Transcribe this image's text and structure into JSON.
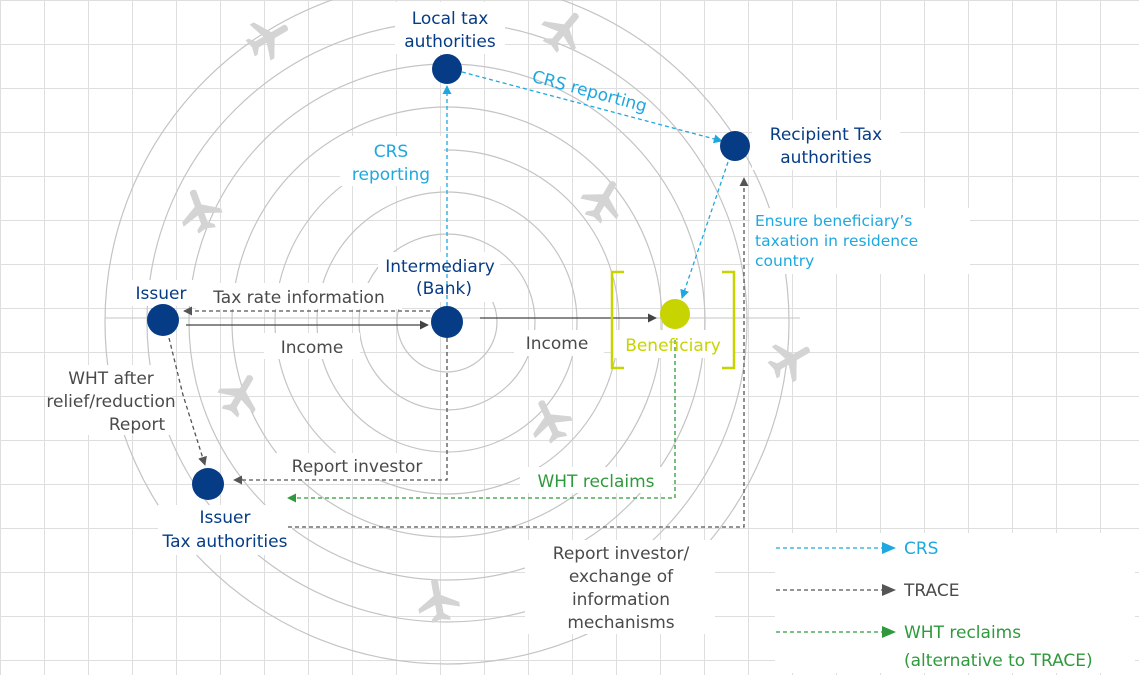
{
  "colors": {
    "navy": "#063c86",
    "crs": "#1ea8e0",
    "trace": "#555555",
    "wht": "#2f9a3c",
    "beneficiary": "#c8d400",
    "grid": "#dedede",
    "ring": "#c4c4c4",
    "text_grey": "#4a4a4a",
    "plane": "#d4d4d4"
  },
  "icons": [
    "airplane-icon"
  ],
  "nodes": {
    "local_tax": {
      "line1": "Local tax",
      "line2": "authorities"
    },
    "recipient_tax": {
      "line1": "Recipient Tax",
      "line2": "authorities"
    },
    "intermediary": {
      "line1": "Intermediary",
      "line2": "(Bank)"
    },
    "issuer": {
      "label": "Issuer"
    },
    "beneficiary": {
      "label": "Beneficiary"
    },
    "issuer_tax": {
      "line1": "Issuer",
      "line2": "Tax authorities"
    }
  },
  "flows": {
    "crs_reporting_top": "CRS reporting",
    "crs_reporting_left": {
      "line1": "CRS",
      "line2": "reporting"
    },
    "tax_rate_information": "Tax rate information",
    "income_left": "Income",
    "income_right": "Income",
    "wht_after": {
      "line1": "WHT after",
      "line2": "relief/reduction",
      "line3": "Report"
    },
    "report_investor": "Report investor",
    "wht_reclaims": "WHT reclaims",
    "ensure": {
      "line1": "Ensure beneficiary’s",
      "line2": "taxation in residence",
      "line3": "country"
    },
    "report_exchange": {
      "line1": "Report investor/",
      "line2": "exchange of",
      "line3": "information",
      "line4": "mechanisms"
    }
  },
  "legend": {
    "crs": "CRS",
    "trace": "TRACE",
    "wht": "WHT reclaims",
    "wht_note": "(alternative to TRACE)"
  }
}
